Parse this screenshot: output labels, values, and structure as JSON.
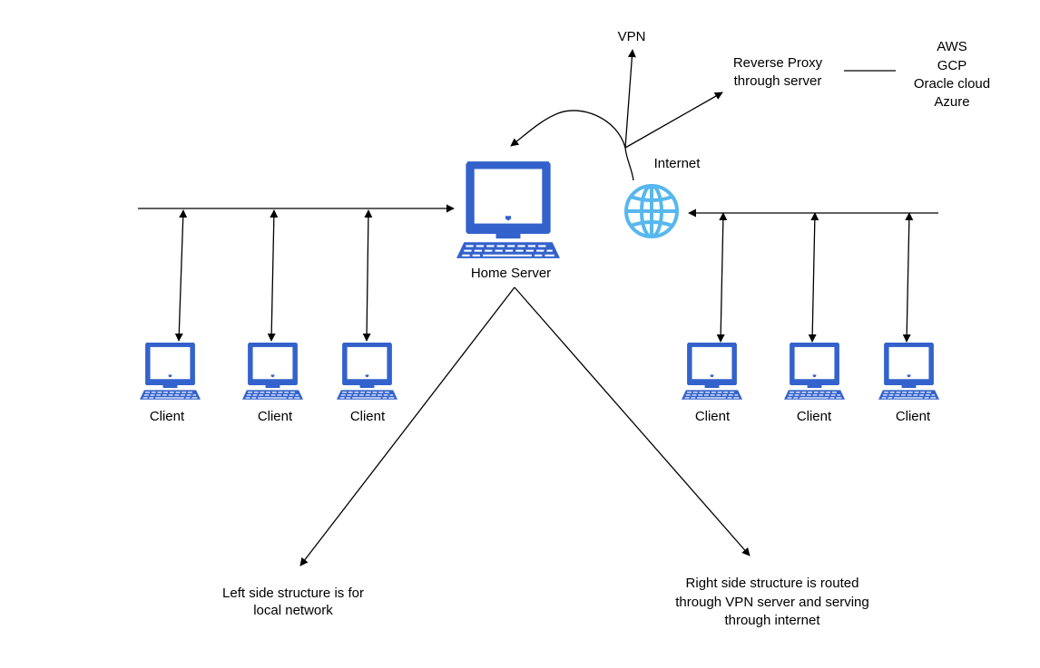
{
  "nodes": {
    "vpn": "VPN",
    "reverse_proxy": [
      "Reverse Proxy",
      "through server"
    ],
    "cloud_providers": [
      "AWS",
      "GCP",
      "Oracle cloud",
      "Azure"
    ],
    "internet": "Internet",
    "home_server": "Home Server",
    "left_clients": [
      "Client",
      "Client",
      "Client"
    ],
    "right_clients": [
      "Client",
      "Client",
      "Client"
    ]
  },
  "notes": {
    "left": [
      "Left side structure is for",
      "local network"
    ],
    "right": [
      "Right side structure is routed",
      "through VPN server and serving",
      "through internet"
    ]
  },
  "colors": {
    "computer": "#3362cc",
    "screen": "#ffffff",
    "globe": "#57b7ee",
    "line": "#000000"
  },
  "icons": {
    "home_server": "desktop-computer-icon",
    "client": "desktop-computer-icon",
    "internet": "globe-icon"
  }
}
